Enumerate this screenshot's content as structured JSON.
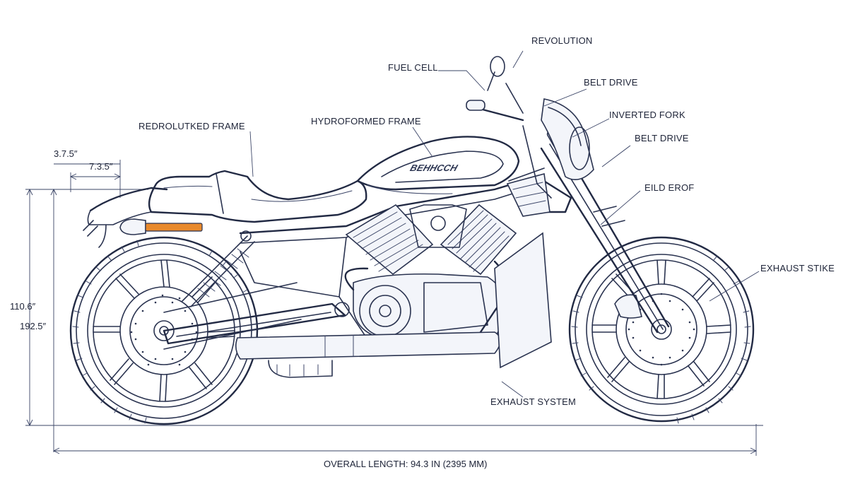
{
  "callouts": {
    "revolution": "REVOLUTION",
    "fuel_cell": "FUEL CELL",
    "belt_drive_top": "BELT DRIVE",
    "inverted_fork": "INVERTED FORK",
    "belt_drive": "BELT DRIVE",
    "eild_erof": "EILD EROF",
    "exhaust_stike": "EXHAUST STIKE",
    "exhaust_system": "EXHAUST SYSTEM",
    "hydroformed_frame": "HYDROFORMED FRAME",
    "redrolutked_frame": "REDROLUTKED FRAME"
  },
  "dimensions": {
    "d_375": "3.7.5″",
    "d_735": "7.3.5″",
    "d_1106": "110.6″",
    "d_1925": "192.5″",
    "overall_length": "OVERALL LENGTH: 94.3 IN (2395 MM)"
  },
  "tank_logo": "BEHHCCH",
  "colors": {
    "ink": "#2a3350",
    "accent_amber": "#e8892b",
    "background": "#ffffff"
  }
}
